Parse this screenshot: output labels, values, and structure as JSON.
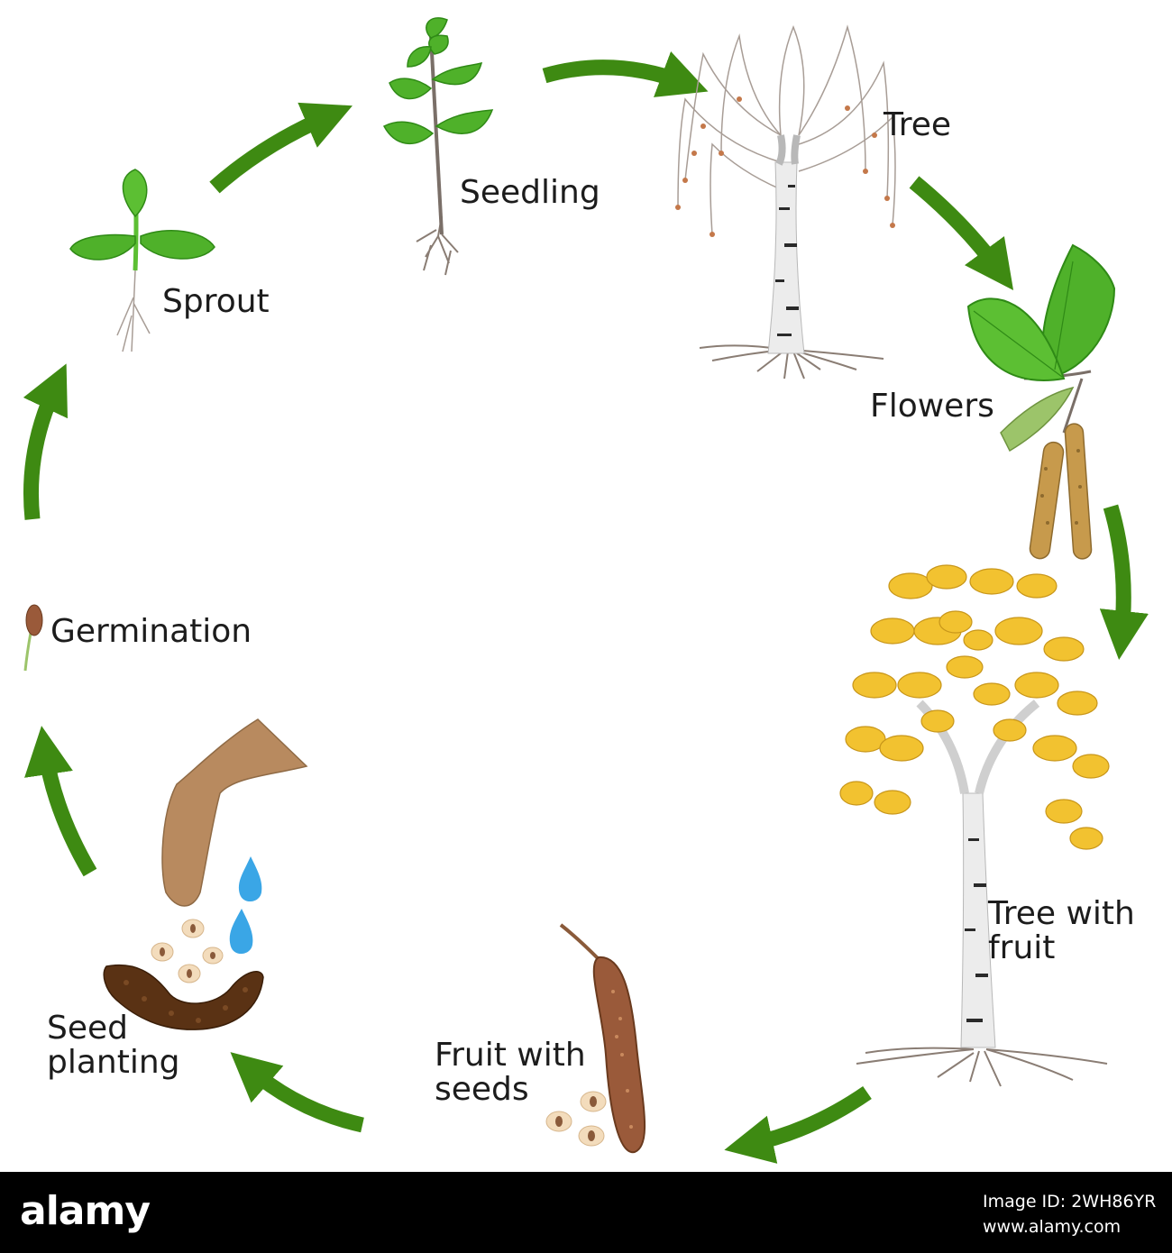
{
  "stages": {
    "seedling": "Seedling",
    "tree": "Tree",
    "flowers": "Flowers",
    "sprout": "Sprout",
    "germination": "Germination",
    "tree_with_fruit": "Tree with\nfruit",
    "fruit_with_seeds": "Fruit with\nseeds",
    "seed_planting": "Seed\nplanting"
  },
  "colors": {
    "arrow": "#3e8a12",
    "leaf": "#4fb12a",
    "leaf_dark": "#2f8a16",
    "autumn_leaf": "#f2c230",
    "bark": "#e9e9e9",
    "bark_mark": "#2a2a2a",
    "root": "#8a7d74",
    "catkin": "#b8843c",
    "fruit": "#9a5a3a",
    "seed": "#f3dcbc",
    "soil": "#5a3214",
    "hand": "#b88a5f",
    "water": "#3aa6e6"
  },
  "watermark": {
    "logo": "alamy",
    "image_id": "Image ID: 2WH86YR",
    "site": "www.alamy.com"
  }
}
